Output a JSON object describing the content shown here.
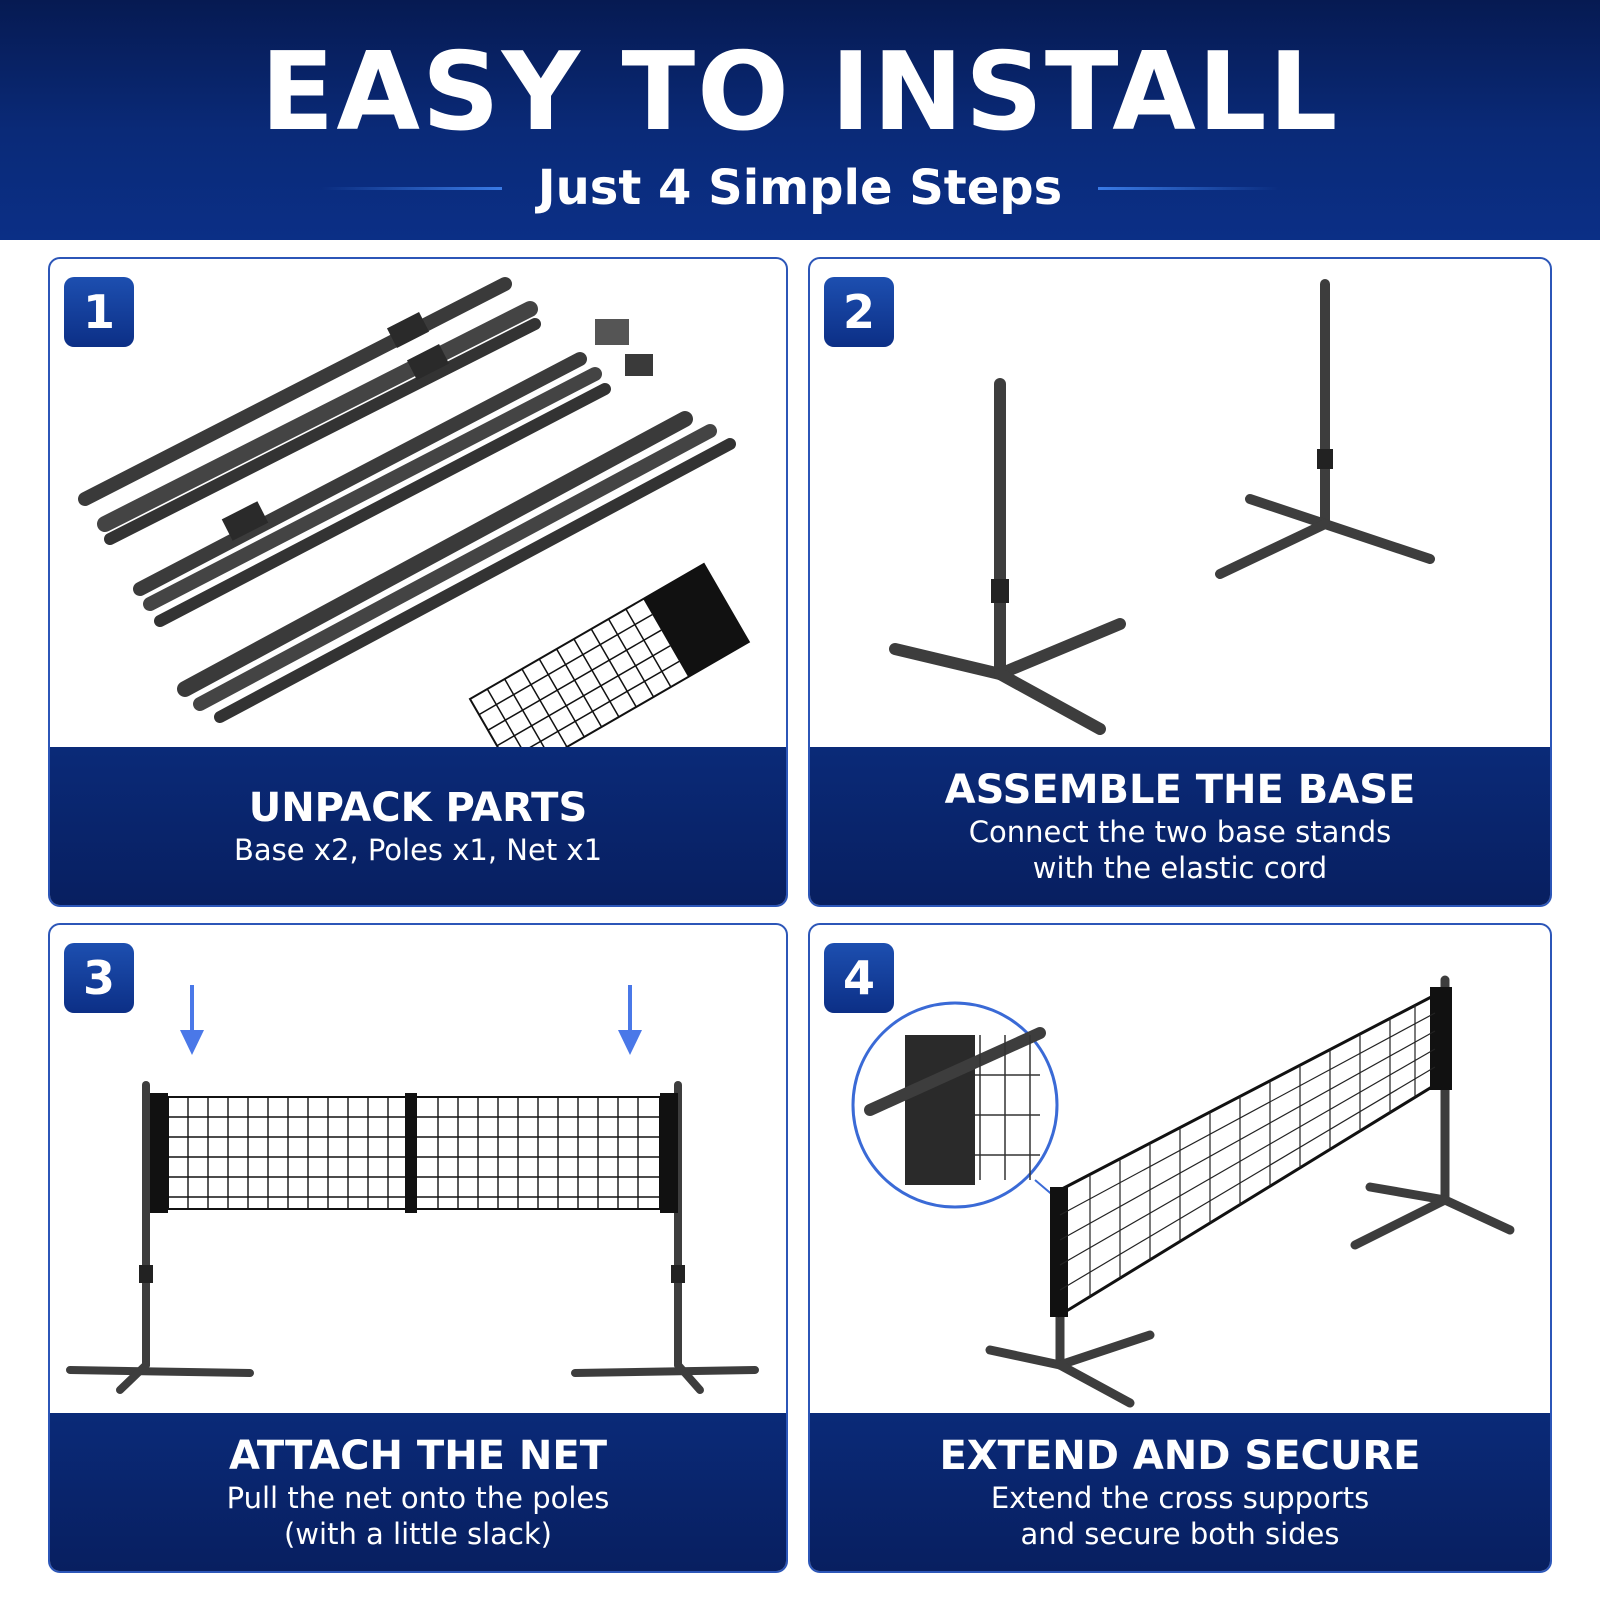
{
  "header": {
    "title": "EASY TO INSTALL",
    "subtitle": "Just 4 Simple Steps"
  },
  "colors": {
    "navy": "#0a2a78",
    "accent_blue": "#2c56b8",
    "arrow_blue": "#4a78e8"
  },
  "steps": [
    {
      "number": "1",
      "title": "UNPACK PARTS",
      "desc_lines": [
        "Base x2, Poles x1, Net x1"
      ]
    },
    {
      "number": "2",
      "title": "ASSEMBLE THE BASE",
      "desc_lines": [
        "Connect the two base stands",
        "with the elastic cord"
      ]
    },
    {
      "number": "3",
      "title": "ATTACH THE NET",
      "desc_lines": [
        "Pull the net onto the poles",
        "(with a little slack)"
      ]
    },
    {
      "number": "4",
      "title": "EXTEND AND SECURE",
      "desc_lines": [
        "Extend the cross supports",
        "and secure both sides"
      ]
    }
  ]
}
